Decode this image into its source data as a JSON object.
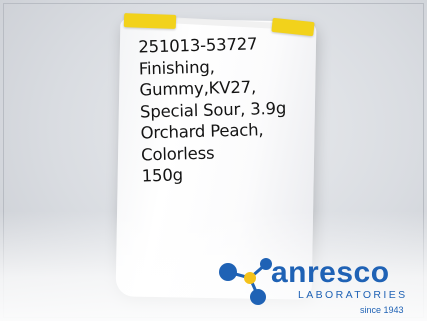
{
  "label": {
    "lines": [
      "251013-53727",
      "Finishing,",
      "Gummy,KV27,",
      "Special Sour, 3.9g",
      "Orchard Peach,",
      "Colorless",
      "150g"
    ]
  },
  "watermark": {
    "name": "anresco",
    "subtitle": "LABORATORIES",
    "since": "since 1943",
    "color": "#1f62b5",
    "accent_color": "#f4c21b"
  }
}
